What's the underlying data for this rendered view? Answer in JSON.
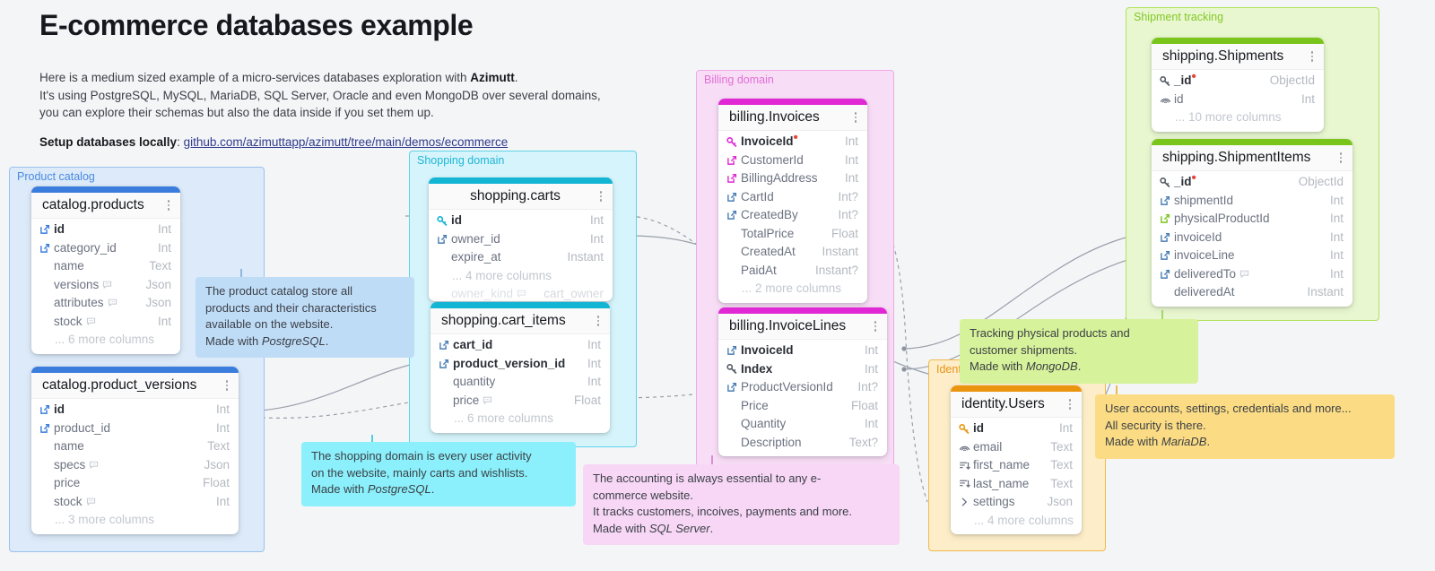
{
  "header": {
    "title": "E-commerce databases example",
    "intro_line1_a": "Here is a medium sized example of a micro-services databases exploration with ",
    "intro_line1_b": "Azimutt",
    "intro_line1_c": ".",
    "intro_line2": "It's using PostgreSQL, MySQL, MariaDB, SQL Server, Oracle and even MongoDB over several domains,",
    "intro_line3": "you can explore their schemas but also the data inside if you set them up.",
    "setup_label": "Setup databases locally",
    "setup_sep": ": ",
    "setup_link": "github.com/azimuttapp/azimutt/tree/main/demos/ecommerce"
  },
  "domains": [
    {
      "id": "product-catalog",
      "label": "Product catalog",
      "color": "#4a8ae0",
      "border": "#9cc1ee",
      "bg": "#dceaf9"
    },
    {
      "id": "shopping-domain",
      "label": "Shopping domain",
      "color": "#1eb6d6",
      "border": "#5fd3e8",
      "bg": "#d6f4fb"
    },
    {
      "id": "billing-domain",
      "label": "Billing domain",
      "color": "#e26fd4",
      "border": "#f0a9e6",
      "bg": "#f8ddf6"
    },
    {
      "id": "shipment-tracking",
      "label": "Shipment tracking",
      "color": "#83c828",
      "border": "#b2e35c",
      "bg": "#e8f7cf"
    },
    {
      "id": "identity",
      "label": "Identity",
      "color": "#e89418",
      "border": "#f1b94c",
      "bg": "#fdeec9"
    }
  ],
  "tables": [
    {
      "id": "catalog-products",
      "name": "catalog.products",
      "bar": "#3b7ddd",
      "align": "left",
      "columns": [
        {
          "name": "id",
          "type": "Int",
          "icon": "foreign-key-icon",
          "iconColor": "#3b7ddd",
          "bold": true
        },
        {
          "name": "category_id",
          "type": "Int",
          "icon": "foreign-key-icon",
          "iconColor": "#3b7ddd"
        },
        {
          "name": "name",
          "type": "Text",
          "icon": "none"
        },
        {
          "name": "versions",
          "type": "Json",
          "icon": "none",
          "comment": true
        },
        {
          "name": "attributes",
          "type": "Json",
          "icon": "none",
          "comment": true
        },
        {
          "name": "stock",
          "type": "Int",
          "icon": "none",
          "comment": true
        }
      ],
      "more": "... 6 more columns"
    },
    {
      "id": "catalog-product-versions",
      "name": "catalog.product_versions",
      "bar": "#3b7ddd",
      "align": "left",
      "columns": [
        {
          "name": "id",
          "type": "Int",
          "icon": "foreign-key-icon",
          "iconColor": "#3b7ddd",
          "bold": true
        },
        {
          "name": "product_id",
          "type": "Int",
          "icon": "foreign-key-icon",
          "iconColor": "#3b7ddd"
        },
        {
          "name": "name",
          "type": "Text",
          "icon": "none"
        },
        {
          "name": "specs",
          "type": "Json",
          "icon": "none",
          "comment": true
        },
        {
          "name": "price",
          "type": "Float",
          "icon": "none"
        },
        {
          "name": "stock",
          "type": "Int",
          "icon": "none",
          "comment": true
        }
      ],
      "more": "... 3 more columns"
    },
    {
      "id": "shopping-carts",
      "name": "shopping.carts",
      "bar": "#13b5d4",
      "align": "center",
      "columns": [
        {
          "name": "id",
          "type": "Int",
          "icon": "primary-key-icon",
          "iconColor": "#13b5d4",
          "bold": true
        },
        {
          "name": "owner_id",
          "type": "Int",
          "icon": "foreign-key-icon",
          "iconColor": "#4a7fb5"
        },
        {
          "name": "expire_at",
          "type": "Instant",
          "icon": "none"
        }
      ],
      "more": "... 4 more columns",
      "hidden_row": {
        "name": "owner_kind",
        "type": "cart_owner",
        "comment": true
      }
    },
    {
      "id": "shopping-cart-items",
      "name": "shopping.cart_items",
      "bar": "#13b5d4",
      "align": "left",
      "columns": [
        {
          "name": "cart_id",
          "type": "Int",
          "icon": "foreign-key-icon",
          "iconColor": "#4a7fb5",
          "bold": true
        },
        {
          "name": "product_version_id",
          "type": "Int",
          "icon": "foreign-key-icon",
          "iconColor": "#4a7fb5",
          "bold": true
        },
        {
          "name": "quantity",
          "type": "Int",
          "icon": "none"
        },
        {
          "name": "price",
          "type": "Float",
          "icon": "none",
          "comment": true
        }
      ],
      "more": "... 6 more columns"
    },
    {
      "id": "billing-invoices",
      "name": "billing.Invoices",
      "bar": "#e028d4",
      "align": "left",
      "columns": [
        {
          "name": "InvoiceId",
          "type": "Int",
          "icon": "primary-key-icon",
          "iconColor": "#e028d4",
          "bold": true,
          "dot": true
        },
        {
          "name": "CustomerId",
          "type": "Int",
          "icon": "foreign-key-icon",
          "iconColor": "#e028d4"
        },
        {
          "name": "BillingAddress",
          "type": "Int",
          "icon": "foreign-key-icon",
          "iconColor": "#e028d4"
        },
        {
          "name": "CartId",
          "type": "Int?",
          "icon": "foreign-key-icon",
          "iconColor": "#4a7fb5"
        },
        {
          "name": "CreatedBy",
          "type": "Int?",
          "icon": "foreign-key-icon",
          "iconColor": "#4a7fb5"
        },
        {
          "name": "TotalPrice",
          "type": "Float",
          "icon": "none"
        },
        {
          "name": "CreatedAt",
          "type": "Instant",
          "icon": "none"
        },
        {
          "name": "PaidAt",
          "type": "Instant?",
          "icon": "none"
        }
      ],
      "more": "... 2 more columns"
    },
    {
      "id": "billing-invoicelines",
      "name": "billing.InvoiceLines",
      "bar": "#e028d4",
      "align": "left",
      "columns": [
        {
          "name": "InvoiceId",
          "type": "Int",
          "icon": "foreign-key-icon",
          "iconColor": "#4a7fb5",
          "bold": true
        },
        {
          "name": "Index",
          "type": "Int",
          "icon": "primary-key-icon",
          "iconColor": "#565c66",
          "bold": true
        },
        {
          "name": "ProductVersionId",
          "type": "Int?",
          "icon": "foreign-key-icon",
          "iconColor": "#4a7fb5"
        },
        {
          "name": "Price",
          "type": "Float",
          "icon": "none"
        },
        {
          "name": "Quantity",
          "type": "Int",
          "icon": "none"
        },
        {
          "name": "Description",
          "type": "Text?",
          "icon": "none"
        }
      ],
      "more": ""
    },
    {
      "id": "shipping-shipments",
      "name": "shipping.Shipments",
      "bar": "#7ac51c",
      "align": "left",
      "columns": [
        {
          "name": "_id",
          "type": "ObjectId",
          "icon": "primary-key-icon",
          "iconColor": "#565c66",
          "bold": true,
          "dot": true
        },
        {
          "name": "id",
          "type": "Int",
          "icon": "unique-index-icon",
          "iconColor": "#6b7280"
        }
      ],
      "more": "... 10 more columns"
    },
    {
      "id": "shipping-shipmentitems",
      "name": "shipping.ShipmentItems",
      "bar": "#7ac51c",
      "align": "left",
      "columns": [
        {
          "name": "_id",
          "type": "ObjectId",
          "icon": "primary-key-icon",
          "iconColor": "#565c66",
          "bold": true,
          "dot": true
        },
        {
          "name": "shipmentId",
          "type": "Int",
          "icon": "foreign-key-icon",
          "iconColor": "#4a7fb5"
        },
        {
          "name": "physicalProductId",
          "type": "Int",
          "icon": "foreign-key-icon",
          "iconColor": "#7ac51c"
        },
        {
          "name": "invoiceId",
          "type": "Int",
          "icon": "foreign-key-icon",
          "iconColor": "#4a7fb5"
        },
        {
          "name": "invoiceLine",
          "type": "Int",
          "icon": "foreign-key-icon",
          "iconColor": "#4a7fb5"
        },
        {
          "name": "deliveredTo",
          "type": "Int",
          "icon": "foreign-key-icon",
          "iconColor": "#4a7fb5",
          "comment": true
        },
        {
          "name": "deliveredAt",
          "type": "Instant",
          "icon": "none"
        }
      ],
      "more": ""
    },
    {
      "id": "identity-users",
      "name": "identity.Users",
      "bar": "#eb9410",
      "align": "left",
      "columns": [
        {
          "name": "id",
          "type": "Int",
          "icon": "primary-key-icon",
          "iconColor": "#eb9410",
          "bold": true
        },
        {
          "name": "email",
          "type": "Text",
          "icon": "unique-index-icon",
          "iconColor": "#6b7280"
        },
        {
          "name": "first_name",
          "type": "Text",
          "icon": "index-icon",
          "iconColor": "#6b7280"
        },
        {
          "name": "last_name",
          "type": "Text",
          "icon": "index-icon",
          "iconColor": "#6b7280"
        },
        {
          "name": "settings",
          "type": "Json",
          "icon": "nested-icon",
          "iconColor": "#6b7280"
        }
      ],
      "more": "... 4 more columns"
    }
  ],
  "notes": [
    {
      "id": "note-product-catalog",
      "bg": "#bfdcf7",
      "lines": [
        "The product catalog store all",
        "products and their characteristics",
        "available on the website."
      ],
      "made_with_prefix": "Made with ",
      "made_with_db": "PostgreSQL",
      "made_with_suffix": "."
    },
    {
      "id": "note-shopping-domain",
      "bg": "#8bf0fb",
      "lines": [
        "The shopping domain is every user activity",
        "on the website, mainly carts and wishlists."
      ],
      "made_with_prefix": "Made with ",
      "made_with_db": "PostgreSQL",
      "made_with_suffix": "."
    },
    {
      "id": "note-billing-domain",
      "bg": "#f7d7f5",
      "lines": [
        "The accounting is always essential to any e-",
        "commerce website.",
        "It tracks customers, incoives, payments and more."
      ],
      "made_with_prefix": "Made with ",
      "made_with_db": "SQL Server",
      "made_with_suffix": "."
    },
    {
      "id": "note-shipment-tracking",
      "bg": "#d6f29a",
      "lines": [
        "Tracking physical products and",
        "customer shipments."
      ],
      "made_with_prefix": "Made with ",
      "made_with_db": "MongoDB",
      "made_with_suffix": "."
    },
    {
      "id": "note-identity",
      "bg": "#fbdc84",
      "lines": [
        "User accounts, settings, credentials and more...",
        "All security is there."
      ],
      "made_with_prefix": "Made with ",
      "made_with_db": "MariaDB",
      "made_with_suffix": "."
    }
  ]
}
